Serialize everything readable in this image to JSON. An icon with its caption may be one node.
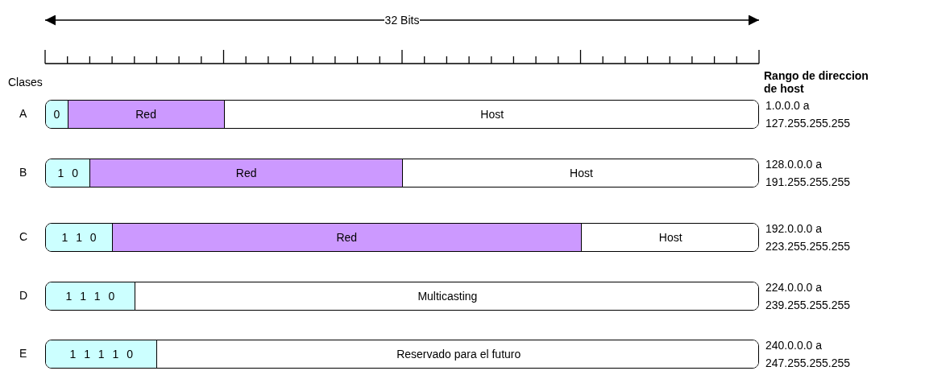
{
  "diagram": {
    "nodes": [
      {
        "text": [],
        "shape": "bar",
        "beside": [
          "A",
          "1.0.0.0 a 127.255.255.255"
        ]
      },
      {
        "text": [
          "0"
        ],
        "in": 0
      },
      {
        "text": [
          "Red"
        ],
        "in": 0
      },
      {
        "text": [
          "Host"
        ],
        "in": 0
      },
      {
        "text": [],
        "shape": "bar",
        "beside": [
          "B",
          "128.0.0.0 a 191.255.255.255"
        ]
      },
      {
        "text": [
          "1 0"
        ],
        "in": 4
      },
      {
        "text": [
          "Red"
        ],
        "in": 4
      },
      {
        "text": [
          "Host"
        ],
        "in": 4
      },
      {
        "text": [],
        "shape": "bar",
        "beside": [
          "C",
          "192.0.0.0 a 223.255.255.255"
        ]
      },
      {
        "text": [
          "1 1 0"
        ],
        "in": 8
      },
      {
        "text": [
          "Red"
        ],
        "in": 8
      },
      {
        "text": [
          "Host"
        ],
        "in": 8
      },
      {
        "text": [],
        "shape": "bar",
        "beside": [
          "D",
          "224.0.0.0 a 239.255.255.255"
        ]
      },
      {
        "text": [
          "1 1 1 0"
        ],
        "in": 12
      },
      {
        "text": [
          "Multicasting"
        ],
        "in": 12
      },
      {
        "text": [],
        "shape": "bar",
        "beside": [
          "E",
          "240.0.0.0 a 247.255.255.255"
        ]
      },
      {
        "text": [
          "1 1 1 1 0"
        ],
        "in": 15
      },
      {
        "text": [
          "Reservado para el futuro"
        ],
        "in": 15
      }
    ],
    "edges": [],
    "labels": [
      "32 Bits",
      "Rango de direccion de host",
      "Clases"
    ]
  }
}
